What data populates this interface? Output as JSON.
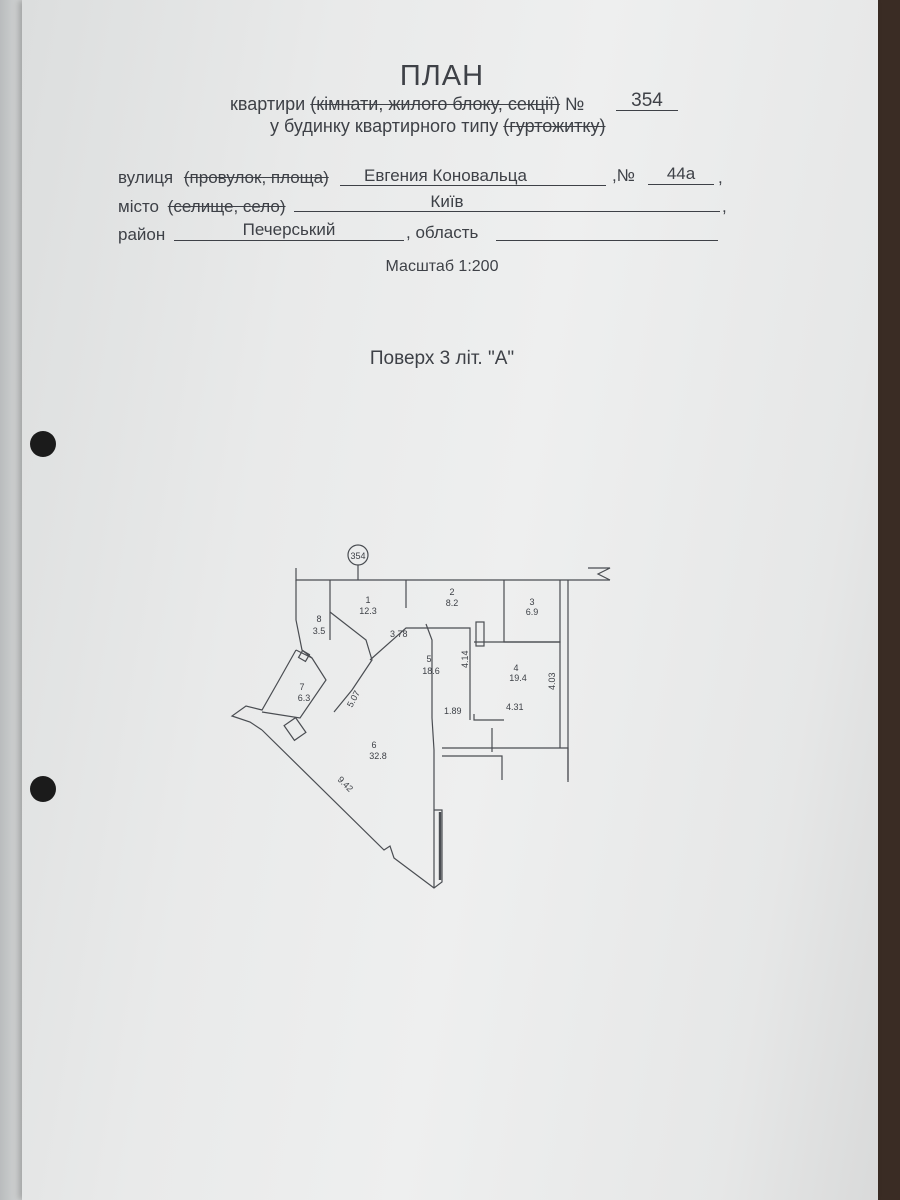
{
  "header": {
    "title": "ПЛАН",
    "line1_prefix": "квартири",
    "line1_struck": "(кімнати, жилого блоку, секції)",
    "line1_no": "№",
    "apartment_no": "354",
    "line2_prefix": "у будинку квартирного типу",
    "line2_struck": "(гуртожитку)"
  },
  "address": {
    "street_label": "вулиця",
    "street_struck": "(провулок, площа)",
    "street_value": "Евгения Коновальца",
    "no_label": ",№",
    "house_no": "44а",
    "city_label": "місто",
    "city_struck": "(селище, село)",
    "city_value": "Київ",
    "district_label": "район",
    "district_value": "Печерський",
    "region_label": ", область",
    "region_value": "",
    "trailing_comma": ","
  },
  "scale": "Масштаб 1:200",
  "floor": "Поверх 3 літ. \"А\"",
  "plan": {
    "marker": "354",
    "rooms": [
      {
        "no": "1",
        "area": "12.3"
      },
      {
        "no": "2",
        "area": "8.2"
      },
      {
        "no": "3",
        "area": "6.9"
      },
      {
        "no": "4",
        "area": "19.4"
      },
      {
        "no": "5",
        "area": "18.6"
      },
      {
        "no": "6",
        "area": "32.8"
      },
      {
        "no": "7",
        "area": "6.3"
      },
      {
        "no": "8",
        "area": "3.5"
      }
    ],
    "dimensions": [
      "3.78",
      "4.14",
      "4.03",
      "1.89",
      "4.31",
      "5.07",
      "9.42"
    ]
  }
}
